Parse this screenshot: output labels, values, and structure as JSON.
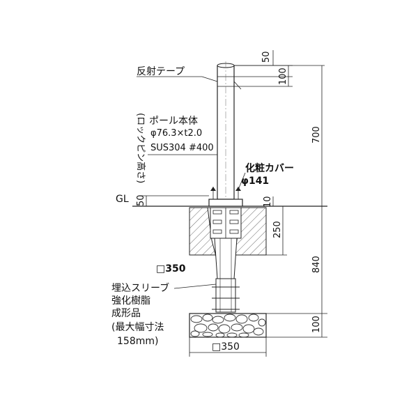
{
  "labels": {
    "reflective_tape": "反射テープ",
    "pole_body": "ポール本体",
    "pole_spec": "φ76.3×t2.0",
    "pole_material": "SUS304 #400",
    "lock_pin_height": "(ロックピン高さ)",
    "cosmetic_cover": "化粧カバー",
    "cosmetic_cover_dia": "φ141",
    "gl": "GL",
    "square_350": "□350",
    "sleeve_line1": "埋込スリーブ",
    "sleeve_line2": "強化樹脂",
    "sleeve_line3": "成形品",
    "sleeve_line4": "(最大幅寸法",
    "sleeve_line5": "158mm)",
    "bottom_350": "□350"
  },
  "dimensions": {
    "d50_top": "50",
    "d100_top": "100",
    "d700": "700",
    "d50_gl": "50",
    "d10": "10",
    "d250": "250",
    "d840": "840",
    "d100_bottom": "100"
  }
}
